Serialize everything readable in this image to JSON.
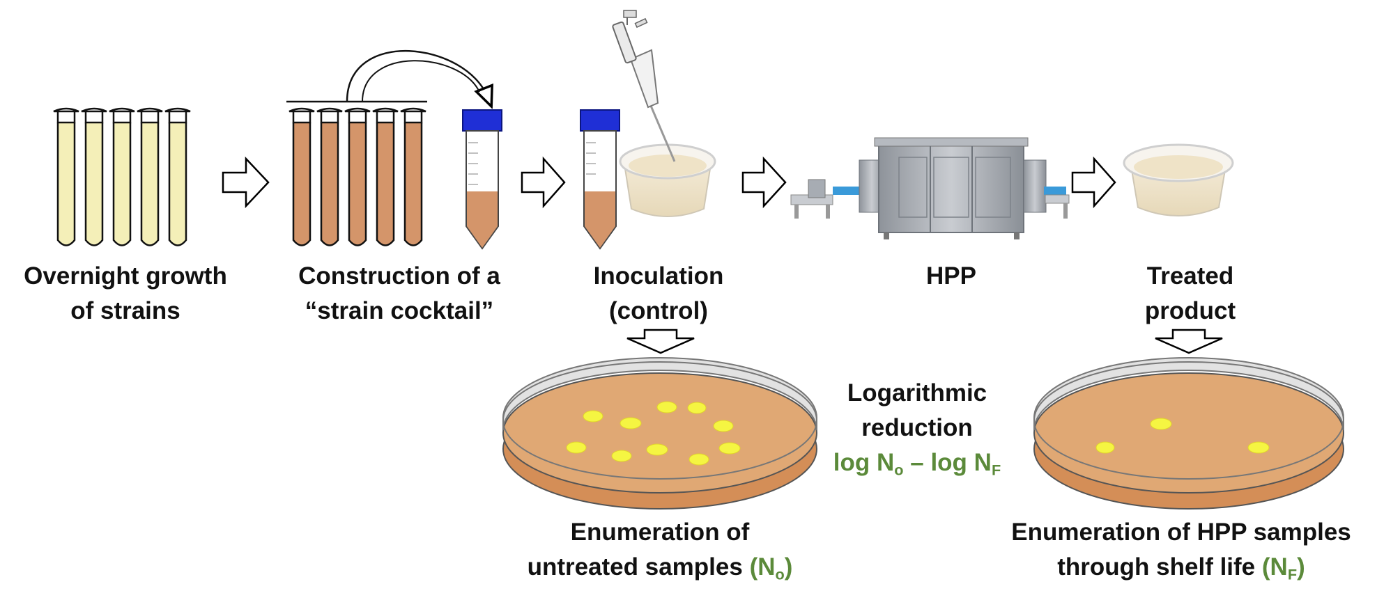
{
  "steps": {
    "overnight": {
      "line1": "Overnight growth",
      "line2": "of strains"
    },
    "cocktail": {
      "line1": "Construction of a",
      "line2": "“strain cocktail”"
    },
    "inoculation": {
      "line1": "Inoculation",
      "line2": "(control)"
    },
    "hpp": {
      "line1": "HPP"
    },
    "treated": {
      "line1": "Treated",
      "line2": "product"
    }
  },
  "enumeration": {
    "untreated": {
      "line1": "Enumeration of",
      "line2": "untreated samples",
      "var_open": "(N",
      "var_sub": "o",
      "var_close": ")"
    },
    "hpp_samples": {
      "line1": "Enumeration of HPP samples",
      "line2": "through shelf life",
      "var_open": "(N",
      "var_sub": "F",
      "var_close": ")"
    }
  },
  "reduction": {
    "line1": "Logarithmic",
    "line2": "reduction",
    "f_a": "log N",
    "f_a_sub": "o",
    "f_mid": " – log N",
    "f_b_sub": "F"
  },
  "colors": {
    "yellow_culture": "#f4efb8",
    "cocktail_brown": "#d4956a",
    "agar": "#e0a874",
    "colony": "#f5f542",
    "cap_blue": "#1f2fd6",
    "formula_green": "#5b8a3a"
  },
  "icons": [
    "test-tube-icon",
    "falcon-tube-icon",
    "pipette-icon",
    "food-cup-icon",
    "hpp-machine-icon",
    "petri-dish-icon",
    "arrow-right-icon",
    "arrow-down-icon"
  ]
}
